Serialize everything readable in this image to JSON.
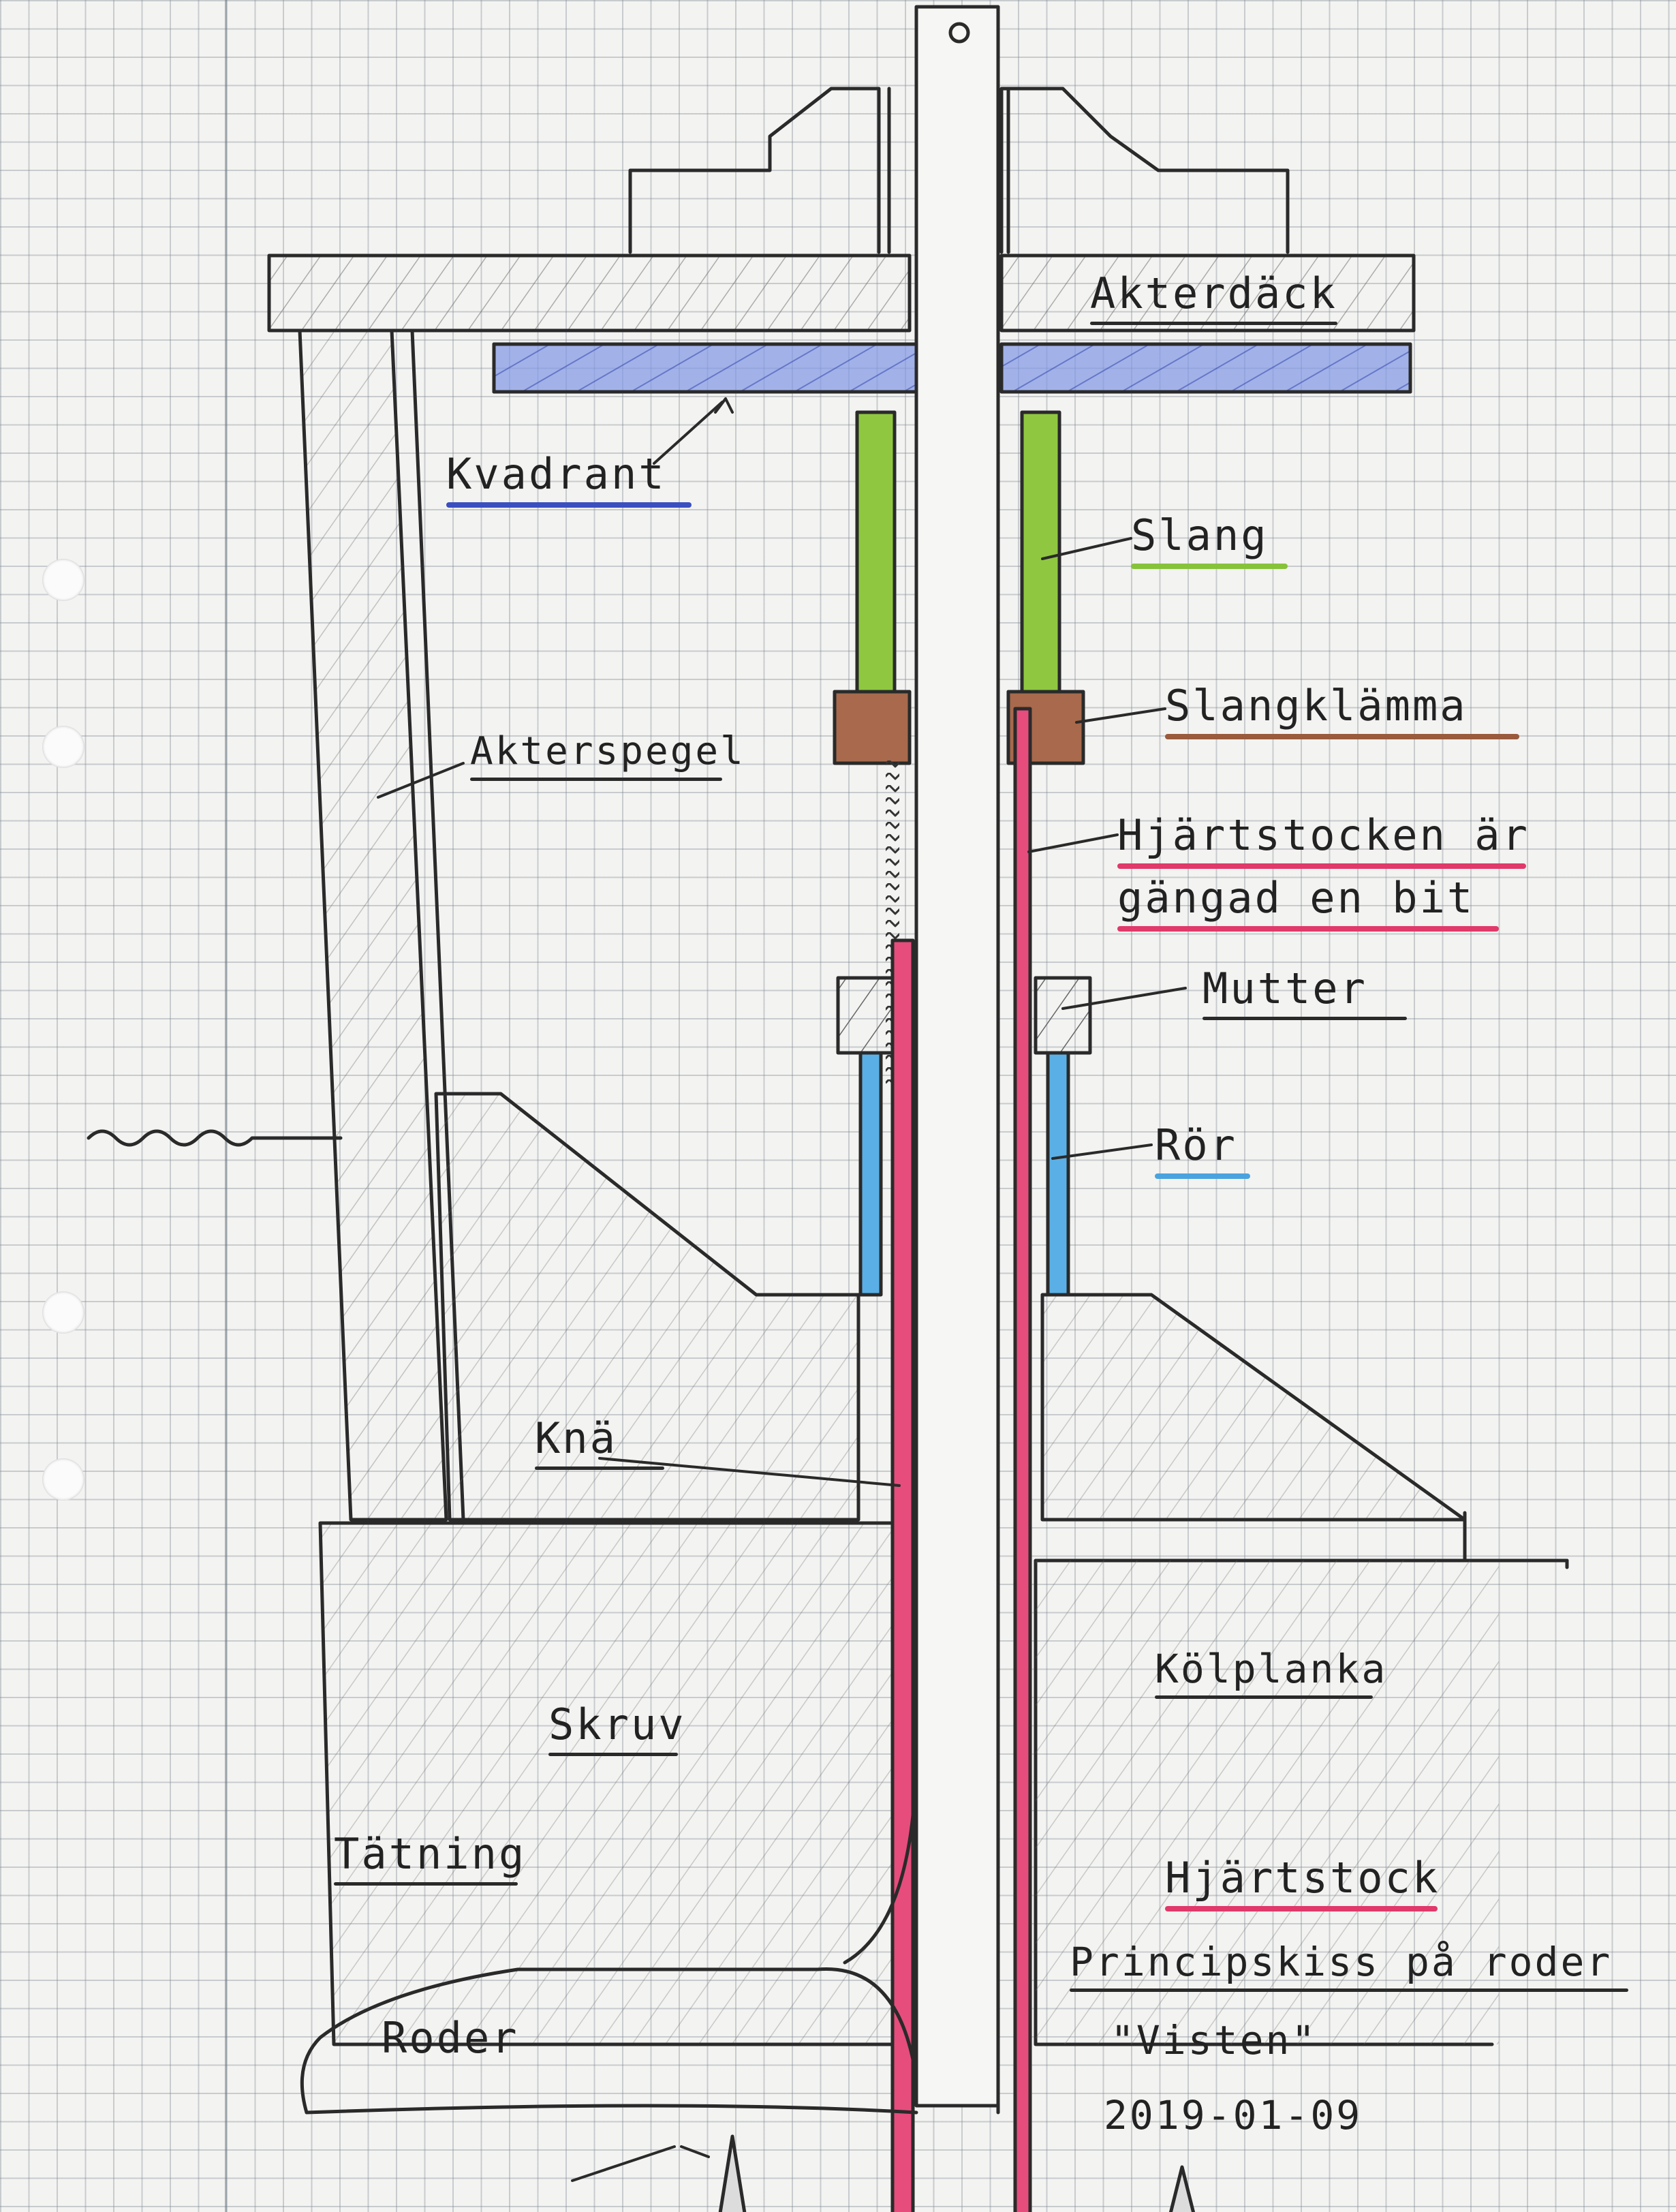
{
  "labels": {
    "akterdack": "Akterdäck",
    "kvadrant": "Kvadrant",
    "slang": "Slang",
    "slangklamma": "Slangklämma",
    "akterspegel": "Akterspegel",
    "hjartstocken_line1": "Hjärtstocken är",
    "hjartstocken_line2": "gängad en bit",
    "mutter": "Mutter",
    "ror": "Rör",
    "kna": "Knä",
    "kolplanka": "Kölplanka",
    "skruv": "Skruv",
    "tatning": "Tätning",
    "hjartstock": "Hjärtstock",
    "roder": "Roder"
  },
  "title": {
    "line1": "Principskiss på roder",
    "line2": "\"Visten\"",
    "date": "2019-01-09"
  },
  "colors": {
    "kvadrant": "#3a4fc0",
    "slang": "#86c23a",
    "slangklamma": "#9a5a3c",
    "hjartstock": "#e0396a",
    "ror": "#4aa3de",
    "pencil": "#2a2a2a"
  }
}
